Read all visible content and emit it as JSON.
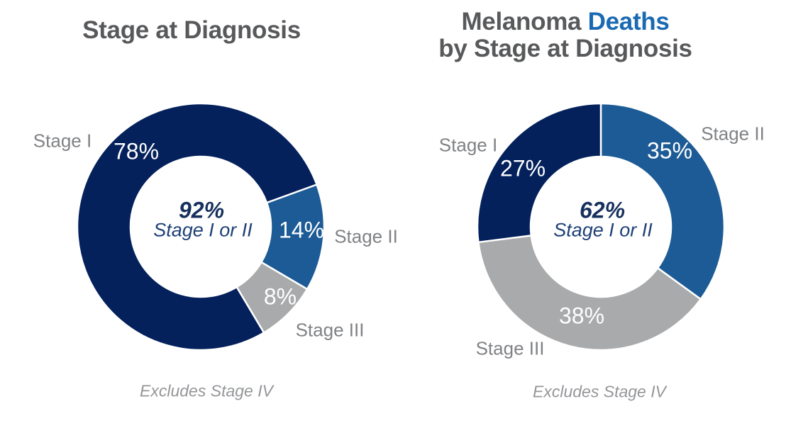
{
  "colors": {
    "navy": "#04215c",
    "medium_blue": "#1c5b95",
    "gray": "#a9aaac",
    "title_gray": "#58595b",
    "accent_blue": "#1a6ab3",
    "outer_label_gray": "#808285",
    "center_navy": "#16305e",
    "center_sub_navy": "#1f4178",
    "caption_gray": "#949699",
    "separator": "#ffffff"
  },
  "chart_data": [
    {
      "type": "pie",
      "donut": true,
      "title": {
        "line1a": "Stage at Diagnosis"
      },
      "start_angle": 149.2,
      "segments": [
        {
          "label": "Stage I",
          "value": 78,
          "pct_label": "78%",
          "color": "#04215c"
        },
        {
          "label": "Stage II",
          "value": 14,
          "pct_label": "14%",
          "color": "#1c5b95"
        },
        {
          "label": "Stage III",
          "value": 8,
          "pct_label": "8%",
          "color": "#a9aaac"
        }
      ],
      "center": {
        "pct": "92%",
        "sub": "Stage I or II"
      },
      "caption": "Excludes Stage IV"
    },
    {
      "type": "pie",
      "donut": true,
      "title": {
        "line1a": "Melanoma ",
        "line1b": "Deaths",
        "line2": "by Stage at Diagnosis"
      },
      "start_angle": 0,
      "segments": [
        {
          "label": "Stage II",
          "value": 35,
          "pct_label": "35%",
          "color": "#1c5b95"
        },
        {
          "label": "Stage III",
          "value": 38,
          "pct_label": "38%",
          "color": "#a9aaac"
        },
        {
          "label": "Stage I",
          "value": 27,
          "pct_label": "27%",
          "color": "#04215c"
        }
      ],
      "center": {
        "pct": "62%",
        "sub": "Stage I or II"
      },
      "caption": "Excludes Stage IV"
    }
  ]
}
